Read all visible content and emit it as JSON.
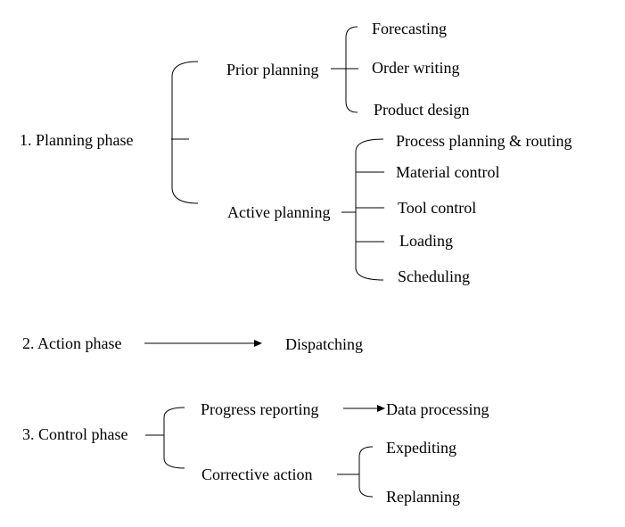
{
  "phases": {
    "planning": {
      "label": "1.  Planning phase",
      "prior": {
        "label": "Prior planning",
        "items": [
          "Forecasting",
          "Order writing",
          "Product design"
        ]
      },
      "active": {
        "label": "Active planning",
        "items": [
          "Process planning & routing",
          "Material control",
          "Tool control",
          "Loading",
          "Scheduling"
        ]
      }
    },
    "action": {
      "label": "2. Action phase",
      "result": "Dispatching"
    },
    "control": {
      "label": "3. Control phase",
      "progress": {
        "label": "Progress reporting",
        "result": "Data processing"
      },
      "corrective": {
        "label": "Corrective action",
        "items": [
          "Expediting",
          "Replanning"
        ]
      }
    }
  }
}
